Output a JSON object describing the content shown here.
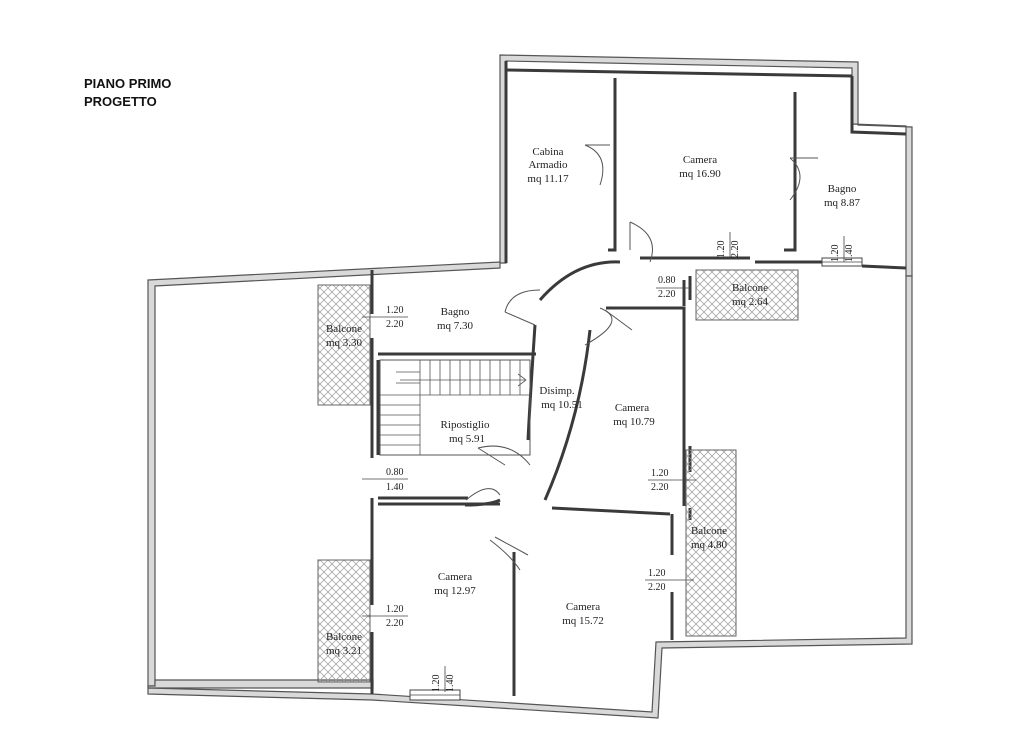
{
  "header": {
    "line1": "PIANO PRIMO",
    "line2": "PROGETTO"
  },
  "rooms": {
    "cabina_armadio": {
      "name1": "Cabina",
      "name2": "Armadio",
      "area": "mq 11.17"
    },
    "camera_top": {
      "name": "Camera",
      "area": "mq 16.90"
    },
    "bagno_top": {
      "name": "Bagno",
      "area": "mq 8.87"
    },
    "bagno_mid": {
      "name": "Bagno",
      "area": "mq 7.30"
    },
    "balcone_left_top": {
      "name": "Balcone",
      "area": "mq 3.30"
    },
    "balcone_top_center": {
      "name": "Balcone",
      "area": "mq 2.64"
    },
    "disimpegno": {
      "name": "Disimp.",
      "area": "mq 10.51"
    },
    "camera_mid": {
      "name": "Camera",
      "area": "mq 10.79"
    },
    "ripostiglio": {
      "name": "Ripostiglio",
      "area": "mq 5.91"
    },
    "balcone_right": {
      "name": "Balcone",
      "area": "mq 4.80"
    },
    "camera_bottom_left": {
      "name": "Camera",
      "area": "mq 12.97"
    },
    "camera_bottom_right": {
      "name": "Camera",
      "area": "mq 15.72"
    },
    "balcone_left_bottom": {
      "name": "Balcone",
      "area": "mq 3.21"
    }
  },
  "openings": {
    "window_camera_top": {
      "w": "1.20",
      "h": "2.20"
    },
    "window_bagno_top": {
      "w": "1.20",
      "h": "1.40"
    },
    "door_balcone_top": {
      "w": "0.80",
      "h": "2.20"
    },
    "door_bagno_mid": {
      "w": "1.20",
      "h": "2.20"
    },
    "window_ripostiglio": {
      "w": "0.80",
      "h": "1.40"
    },
    "door_camera_mid": {
      "w": "1.20",
      "h": "2.20"
    },
    "door_camera_bottom_right": {
      "w": "1.20",
      "h": "2.20"
    },
    "door_camera_bottom_left": {
      "w": "1.20",
      "h": "2.20"
    },
    "window_bottom": {
      "w": "1.20",
      "h": "1.40"
    }
  }
}
